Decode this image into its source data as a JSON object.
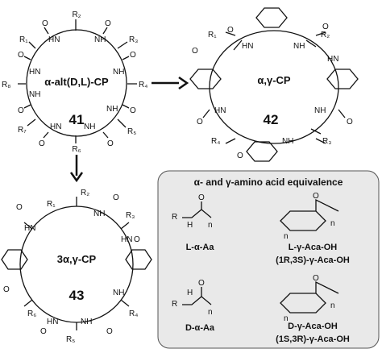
{
  "compound_41": {
    "title": "α-alt(D,L)-CP",
    "number": "41",
    "substituents": [
      "R₁",
      "R₂",
      "R₃",
      "R₄",
      "R₅",
      "R₆",
      "R₇",
      "R₈"
    ]
  },
  "compound_42": {
    "title": "α,γ-CP",
    "number": "42",
    "substituents": [
      "R₁",
      "R₂",
      "R₃",
      "R₄"
    ]
  },
  "compound_43": {
    "title": "3α,γ-CP",
    "number": "43",
    "substituents": [
      "R₁",
      "R₂",
      "R₃",
      "R₄",
      "R₅",
      "R₆"
    ]
  },
  "atoms": {
    "nh": "NH",
    "hn": "HN",
    "o": "O",
    "h": "H",
    "r": "R",
    "n": "n"
  },
  "panel": {
    "title": "α- and γ-amino acid equivalence",
    "l_alpha": "L-α-Aa",
    "d_alpha": "D-α-Aa",
    "l_gamma": "L-γ-Aca-OH",
    "l_gamma_stereo": "(1R,3S)-γ-Aca-OH",
    "d_gamma": "D-γ-Aca-OH",
    "d_gamma_stereo": "(1S,3R)-γ-Aca-OH"
  },
  "colors": {
    "panel_bg": "#e9e9e9",
    "panel_border": "#555555",
    "ink": "#111111"
  }
}
